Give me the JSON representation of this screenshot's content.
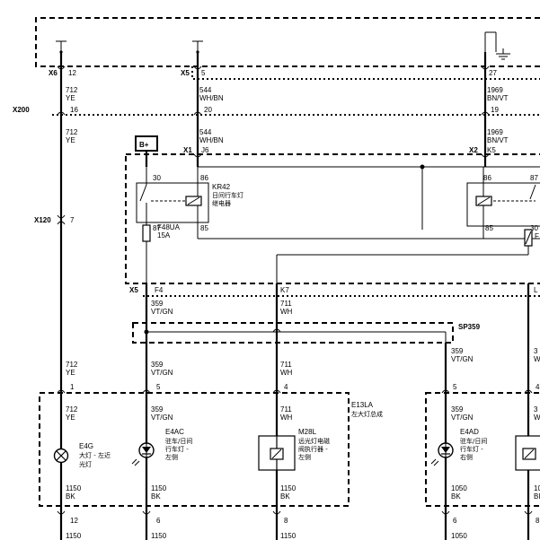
{
  "top": {
    "conn_x6": "X6",
    "pin_12": "12",
    "conn_x5": "X5",
    "pin_5": "5",
    "pin_27": "27"
  },
  "wires": {
    "w712": "712",
    "ye": "YE",
    "w544": "544",
    "whbn": "WH/BN",
    "w1969": "1969",
    "bnvt": "BN/VT",
    "w359": "359",
    "vtgn": "VT/GN",
    "w711": "711",
    "wh": "WH",
    "w1150": "1150",
    "bk": "BK",
    "w1050": "1050",
    "w3_partial": "3",
    "w_partial": "W",
    "bk_partial": "BI",
    "w10_partial": "10"
  },
  "x200": {
    "label": "X200",
    "pin_16": "16",
    "pin_20": "20",
    "pin_19": "19"
  },
  "relay_box": {
    "bplus": "B+",
    "x1": "X1",
    "j6": "J6",
    "x2": "X2",
    "k5": "K5",
    "p30": "30",
    "p86": "86",
    "p87": "87",
    "p85": "85",
    "p86b": "86",
    "p87b": "87",
    "p85b": "85",
    "p30b": "30",
    "kr42_code": "KR42",
    "kr42_name1": "日间行车灯",
    "kr42_name2": "继电器",
    "fuse_code": "F48UA",
    "fuse_amp": "15A",
    "fuse_partial": "F",
    "l_partial": "L",
    "x5": "X5",
    "f4": "F4",
    "k7": "K7"
  },
  "x120": {
    "label": "X120",
    "pin_7": "7"
  },
  "splice": {
    "label": "SP359"
  },
  "pins": {
    "p1": "1",
    "p5": "5",
    "p4": "4",
    "p5r": "5",
    "p4r": "4",
    "p12": "12",
    "p6": "6",
    "p8": "8",
    "p6r": "6",
    "p8r": "8"
  },
  "assembly": {
    "code": "E13LA",
    "name": "左大灯总成",
    "e4g_code": "E4G",
    "e4g_name1": "大灯 - 左近",
    "e4g_name2": "光灯",
    "e4ac_code": "E4AC",
    "e4ac_name1": "驻车/日间",
    "e4ac_name2": "行车灯 -",
    "e4ac_name3": "左侧",
    "m28l_code": "M28L",
    "m28l_name1": "远光灯电磁",
    "m28l_name2": "阀执行器 -",
    "m28l_name3": "左侧",
    "e4ad_code": "E4AD",
    "e4ad_name1": "驻车/日间",
    "e4ad_name2": "行车灯 -",
    "e4ad_name3": "右侧"
  }
}
